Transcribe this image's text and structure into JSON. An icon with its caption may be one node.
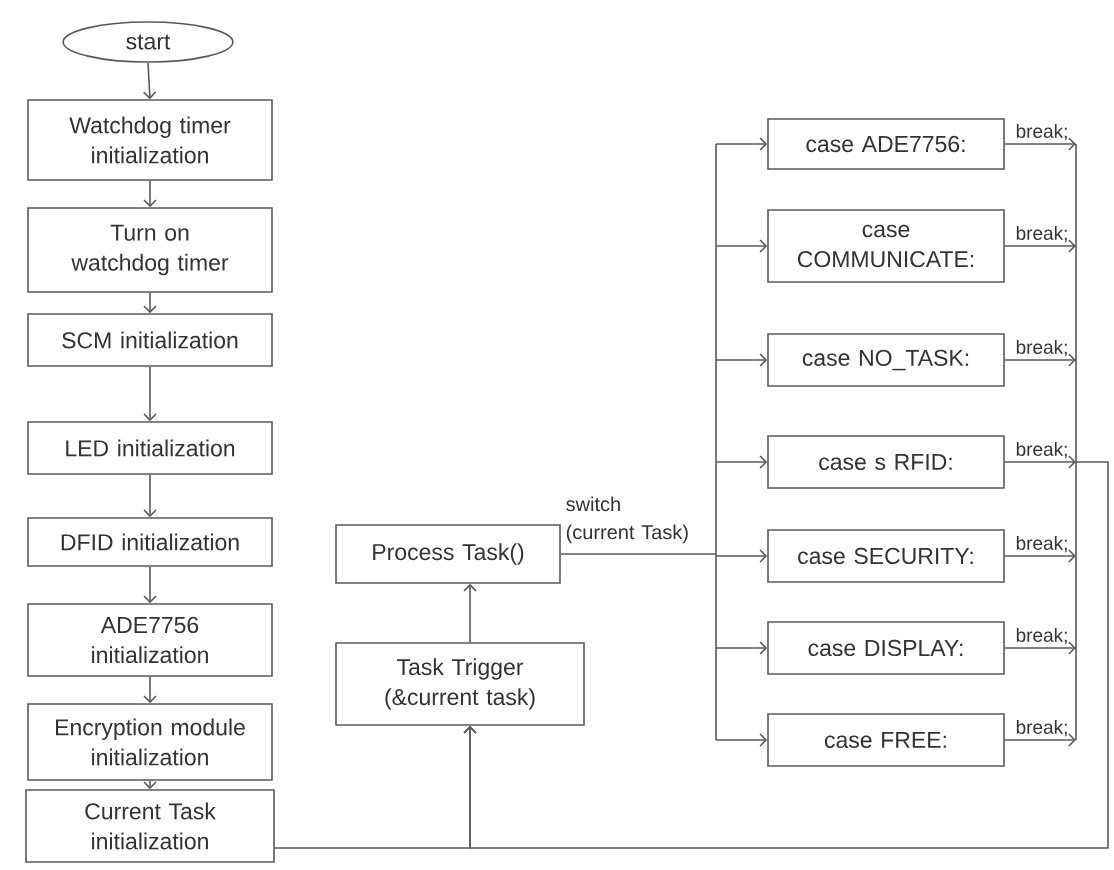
{
  "diagram": {
    "nodes": [
      {
        "text": [
          "start"
        ]
      },
      {
        "text": [
          "Watchdog timer initialization"
        ]
      },
      {
        "text": [
          "Turn on watchdog timer"
        ]
      },
      {
        "text": [
          "SCM initialization"
        ]
      },
      {
        "text": [
          "LED initialization"
        ]
      },
      {
        "text": [
          "DFID initialization"
        ]
      },
      {
        "text": [
          "ADE7756 initialization"
        ]
      },
      {
        "text": [
          "Encryption module initialization"
        ]
      },
      {
        "text": [
          "Current Task initialization"
        ]
      },
      {
        "text": [
          "Process Task()"
        ]
      },
      {
        "text": [
          "Task Trigger (&current task)"
        ]
      },
      {
        "text": [
          "case ADE7756:"
        ]
      },
      {
        "text": [
          "case COMMUNICATE:"
        ]
      },
      {
        "text": [
          "case NO_TASK:"
        ]
      },
      {
        "text": [
          "case s RFID:"
        ]
      },
      {
        "text": [
          "case SECURITY:"
        ]
      },
      {
        "text": [
          "case DISPLAY:"
        ]
      },
      {
        "text": [
          "case FREE:"
        ]
      }
    ],
    "edges": [
      {
        "from": 0,
        "to": 1,
        "arrow": "to"
      },
      {
        "from": 1,
        "to": 2,
        "arrow": "to"
      },
      {
        "from": 2,
        "to": 3,
        "arrow": "to"
      },
      {
        "from": 3,
        "to": 4,
        "arrow": "to"
      },
      {
        "from": 4,
        "to": 5,
        "arrow": "to"
      },
      {
        "from": 5,
        "to": 6,
        "arrow": "to"
      },
      {
        "from": 6,
        "to": 7,
        "arrow": "to"
      },
      {
        "from": 7,
        "to": 8,
        "arrow": "to"
      },
      {
        "from": 8,
        "to": 10,
        "arrow": "to"
      },
      {
        "from": 10,
        "to": 9,
        "arrow": "to"
      },
      {
        "from": 9,
        "to": 11,
        "arrow": "to"
      },
      {
        "from": 9,
        "to": 12,
        "arrow": "to"
      },
      {
        "from": 9,
        "to": 13,
        "arrow": "to"
      },
      {
        "from": 9,
        "to": 14,
        "arrow": "to"
      },
      {
        "from": 9,
        "to": 15,
        "arrow": "to",
        "label": "switch (current Task)"
      },
      {
        "from": 9,
        "to": 16,
        "arrow": "to"
      },
      {
        "from": 9,
        "to": 17,
        "arrow": "to"
      },
      {
        "from": 11,
        "to": 10,
        "arrow": "to",
        "label": "break;"
      },
      {
        "from": 12,
        "to": 10,
        "arrow": "to",
        "label": "break;"
      },
      {
        "from": 13,
        "to": 10,
        "arrow": "to",
        "label": "break;"
      },
      {
        "from": 14,
        "to": 10,
        "arrow": "to",
        "label": "break;"
      },
      {
        "from": 15,
        "to": 10,
        "arrow": "to",
        "label": "break;"
      },
      {
        "from": 16,
        "to": 10,
        "arrow": "to",
        "label": "break;"
      },
      {
        "from": 17,
        "to": 10,
        "arrow": "to",
        "label": "break;"
      }
    ]
  }
}
